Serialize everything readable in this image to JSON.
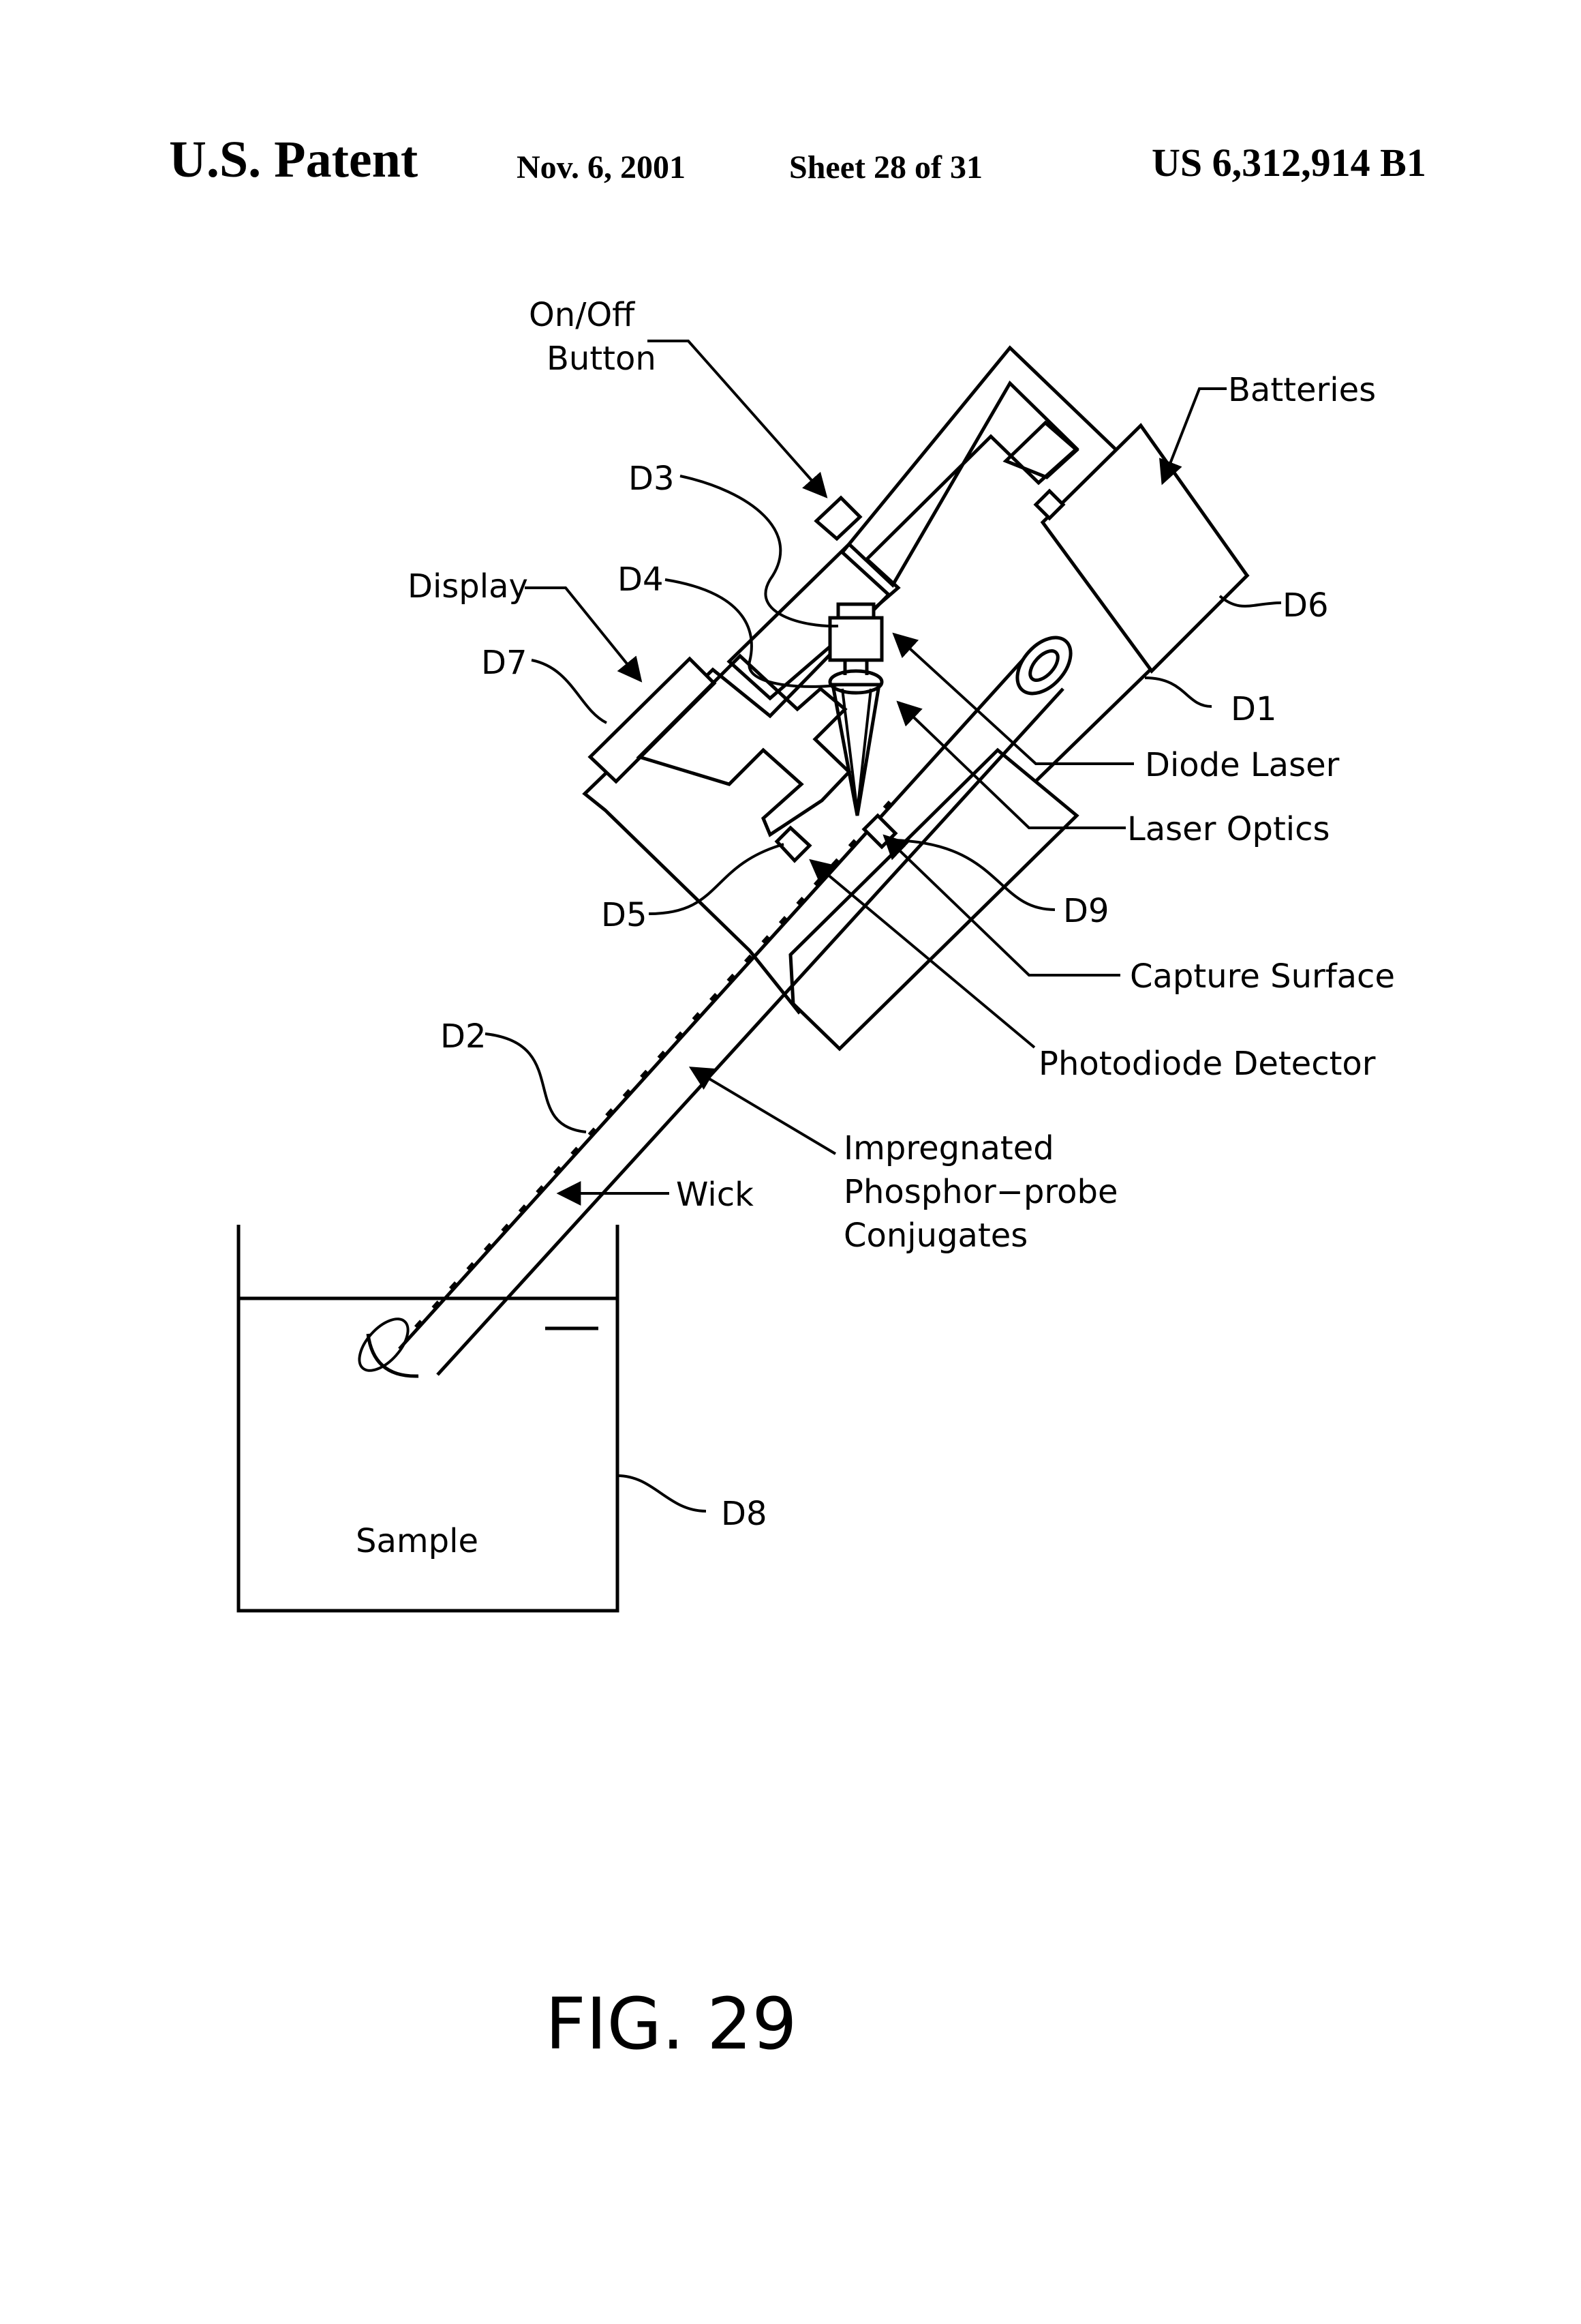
{
  "header": {
    "patent": "U.S. Patent",
    "date": "Nov. 6, 2001",
    "sheet": "Sheet 28 of 31",
    "number": "US 6,312,914 B1"
  },
  "labels": {
    "on_off_1": "On/Off",
    "on_off_2": "Button",
    "batteries": "Batteries",
    "d3": "D3",
    "display": "Display",
    "d4": "D4",
    "d6": "D6",
    "d7": "D7",
    "d1": "D1",
    "diode_laser": "Diode Laser",
    "laser_optics": "Laser Optics",
    "d9": "D9",
    "d5": "D5",
    "capture_surface": "Capture Surface",
    "d2": "D2",
    "photodiode_detector": "Photodiode Detector",
    "impregnated_1": "Impregnated",
    "impregnated_2": "Phosphor−probe",
    "impregnated_3": "Conjugates",
    "wick": "Wick",
    "d8": "D8",
    "sample": "Sample"
  },
  "figure_label": "FIG. 29"
}
